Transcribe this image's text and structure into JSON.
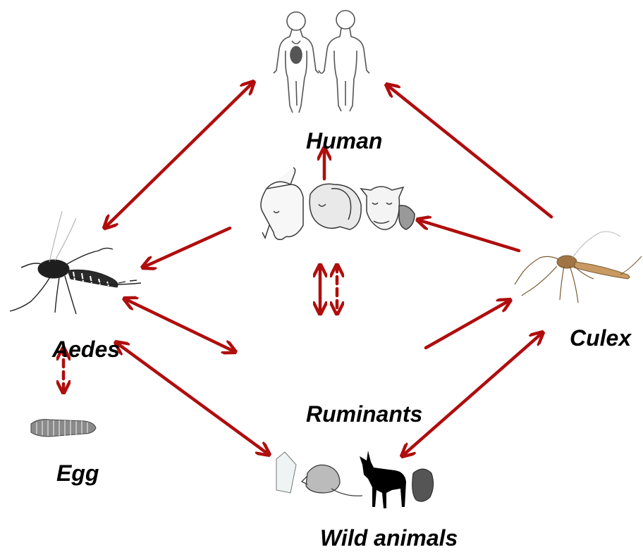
{
  "labels": {
    "human": "Human",
    "aedes": "Aedes",
    "culex": "Culex",
    "egg": "Egg",
    "ruminants": "Ruminants",
    "wild_animals": "Wild animals"
  },
  "colors": {
    "arrow": "#b00d0d",
    "text": "#000000",
    "sketch": "#3a3a3a"
  },
  "icons": {
    "human": "human-figures-icon",
    "ruminants": "goat-sheep-cow-icon",
    "aedes": "aedes-mosquito-icon",
    "culex": "culex-mosquito-icon",
    "egg": "egg-raft-icon",
    "wild_animals": "rat-deer-animal-icon"
  }
}
